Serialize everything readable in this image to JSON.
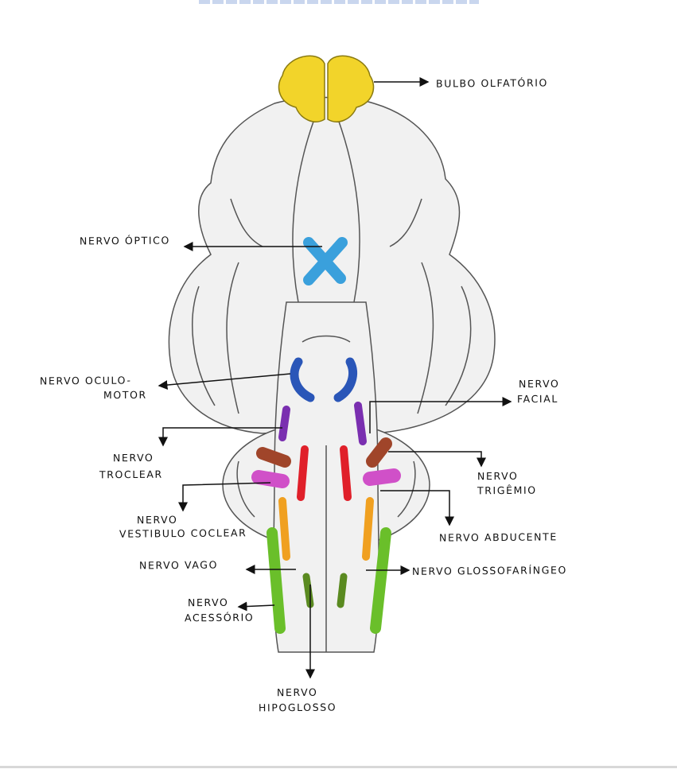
{
  "labels": {
    "olfactory_bulb": "BULBO OLFATÓRIO",
    "optic_nerve": "NERVO ÓPTICO",
    "oculomotor_1": "NERVO OCULO-",
    "oculomotor_2": "MOTOR",
    "facial_1": "NERVO",
    "facial_2": "FACIAL",
    "trochlear_1": "NERVO",
    "trochlear_2": "TROCLEAR",
    "trigeminal_1": "NERVO",
    "trigeminal_2": "TRIGÊMIO",
    "vestibulocochlear_1": "NERVO",
    "vestibulocochlear_2": "VESTIBULO COCLEAR",
    "abducens": "NERVO ABDUCENTE",
    "vagus": "NERVO VAGO",
    "glossopharyngeal": "NERVO GLOSSOFARÍNGEO",
    "accessory_1": "NERVO",
    "accessory_2": "ACESSÓRIO",
    "hypoglossal_1": "NERVO",
    "hypoglossal_2": "HIPOGLOSSO"
  },
  "colors": {
    "olfactory": "#f2d42a",
    "optic": "#3aa0dc",
    "oculomotor": "#2a56b8",
    "trochlear": "#7a2fb0",
    "trigeminal": "#a0452a",
    "abducens": "#e0202a",
    "vestibulocochlear": "#d050c8",
    "facial": "#f0a020",
    "vagus": "#6abf2a",
    "brain": "#f1f1f1",
    "outline": "#555555"
  }
}
